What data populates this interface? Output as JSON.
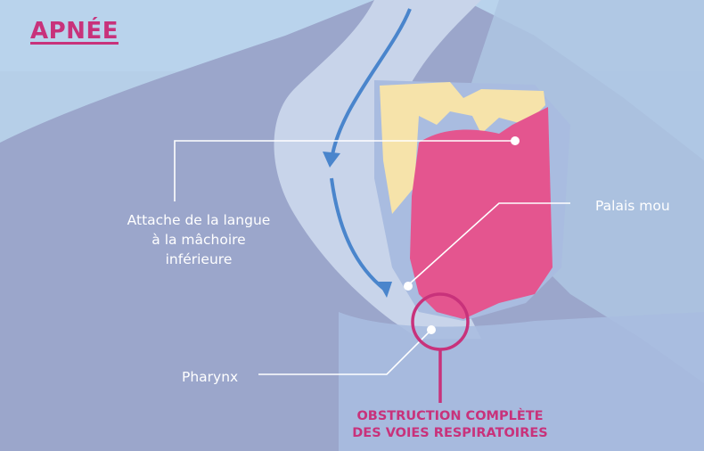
{
  "title": "APNÉE",
  "labels": {
    "tongue_attachment": [
      "Attache de la langue",
      "à la mâchoire",
      "inférieure"
    ],
    "soft_palate": "Palais mou",
    "pharynx": "Pharynx"
  },
  "obstruction": [
    "OBSTRUCTION COMPLÈTE",
    "DES VOIES RESPIRATOIRES"
  ],
  "colors": {
    "background": "#b9d3ec",
    "head": "#9ba6cb",
    "airway": "#c8d4ea",
    "tongue": "#e4558f",
    "palate": "#f6e3aa",
    "arrow": "#4a85cc",
    "accent": "#c8327b"
  }
}
